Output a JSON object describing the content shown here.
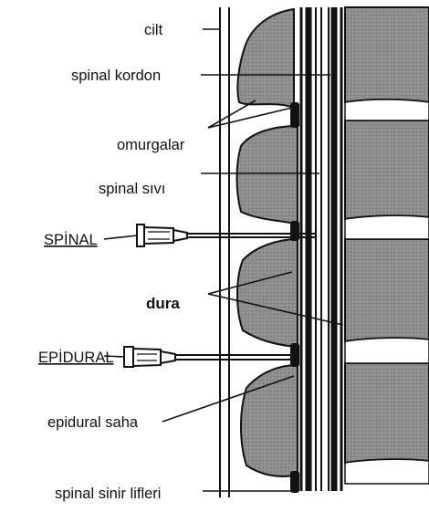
{
  "labels": {
    "skin": "cilt",
    "spinal_cord": "spinal kordon",
    "vertebrae": "omurgalar",
    "spinal_fluid": "spinal sıvı",
    "spinal": "SPİNAL",
    "dura": "dura",
    "epidural": "EPİDURAL",
    "epidural_space": "epidural saha",
    "nerve_fibers": "spinal sinir lifleri"
  },
  "colors": {
    "ink": "#111111",
    "bone": "#8a8a8a",
    "disc": "#ffffff",
    "paper": "#ffffff"
  }
}
